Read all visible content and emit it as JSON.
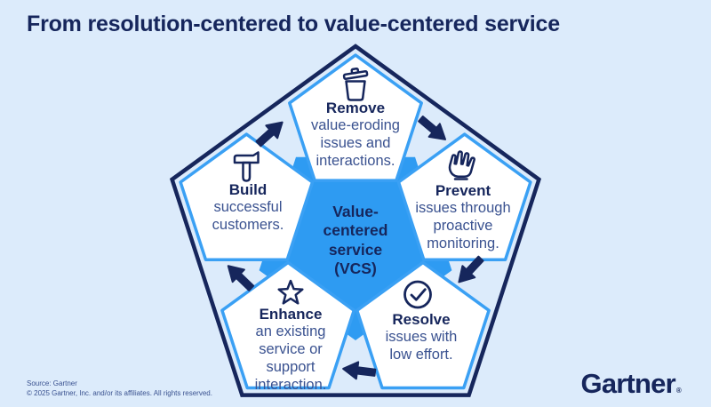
{
  "title": "From resolution-centered to value-centered service",
  "center": {
    "label": "Value-centered service (VCS)"
  },
  "segments": [
    {
      "id": "remove",
      "keyword": "Remove",
      "description": "value-eroding issues and interactions.",
      "icon": "trash-icon"
    },
    {
      "id": "prevent",
      "keyword": "Prevent",
      "description": "issues through proactive monitoring.",
      "icon": "raised-hand-icon"
    },
    {
      "id": "resolve",
      "keyword": "Resolve",
      "description": "issues with low effort.",
      "icon": "check-circle-icon"
    },
    {
      "id": "enhance",
      "keyword": "Enhance",
      "description": "an existing service or support interaction.",
      "icon": "star-icon"
    },
    {
      "id": "build",
      "keyword": "Build",
      "description": "successful customers.",
      "icon": "hammer-icon"
    }
  ],
  "flow": [
    "build-to-remove",
    "remove-to-prevent",
    "prevent-to-resolve",
    "resolve-to-enhance",
    "enhance-to-build"
  ],
  "footer": {
    "source": "Source: Gartner",
    "copyright": "© 2025 Gartner, Inc. and/or its affiliates. All rights reserved.",
    "logo": "Gartner",
    "registered": "®"
  },
  "colors": {
    "bg": "#dcebfb",
    "navy": "#16265c",
    "body-text": "#3a5290",
    "azure": "#2e9bf2",
    "petal-stroke": "#3aa0f4",
    "petal-fill": "#ffffff"
  }
}
